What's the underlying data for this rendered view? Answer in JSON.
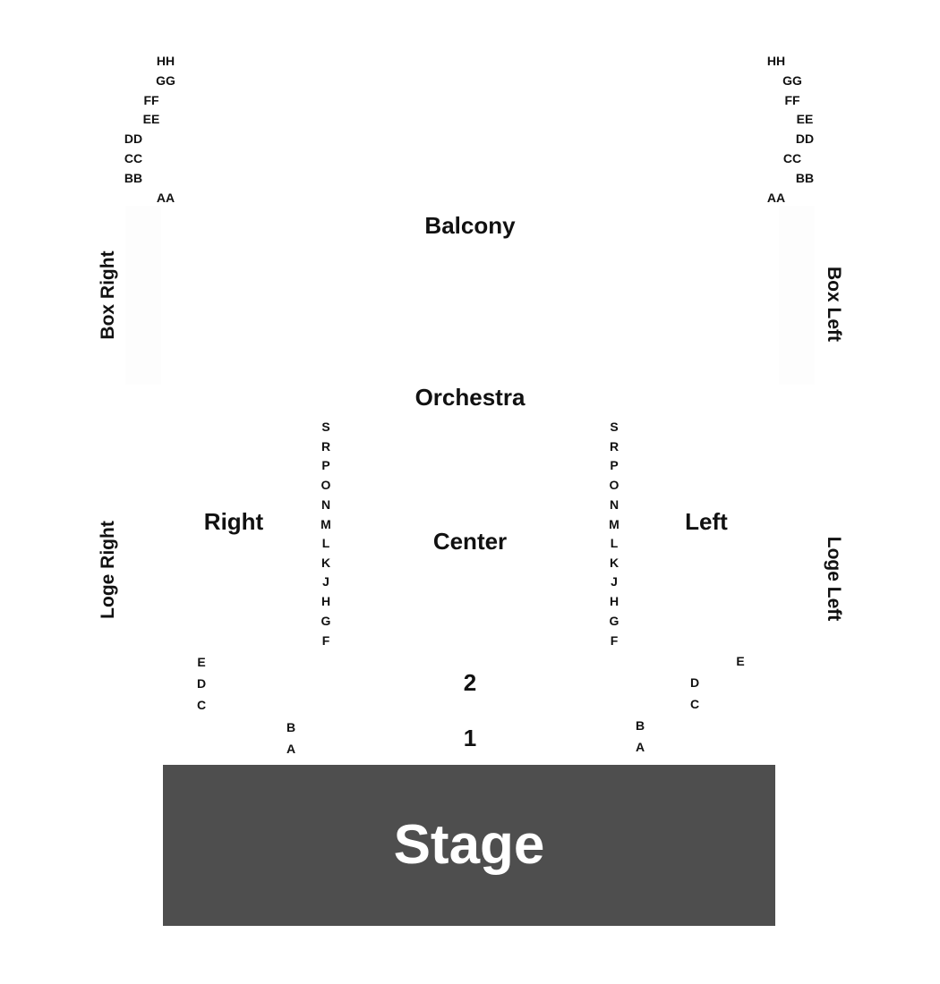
{
  "sections": {
    "balcony": "Balcony",
    "orchestra": "Orchestra",
    "right": "Right",
    "center": "Center",
    "left": "Left",
    "box_right": "Box Right",
    "box_left": "Box Left",
    "loge_right": "Loge Right",
    "loge_left": "Loge Left",
    "stage": "Stage"
  },
  "balcony_rows": [
    "HH",
    "GG",
    "FF",
    "EE",
    "DD",
    "CC",
    "BB",
    "AA"
  ],
  "orchestra_rows": [
    "S",
    "R",
    "P",
    "O",
    "N",
    "M",
    "L",
    "K",
    "J",
    "H",
    "G",
    "F"
  ],
  "front_rows_upper": [
    "E",
    "D",
    "C"
  ],
  "front_rows_lower": [
    "B",
    "A"
  ],
  "center_rows": [
    "2",
    "1"
  ],
  "colors": {
    "stage": "#4e4e4e",
    "text": "#111111",
    "stage_text": "#ffffff"
  }
}
